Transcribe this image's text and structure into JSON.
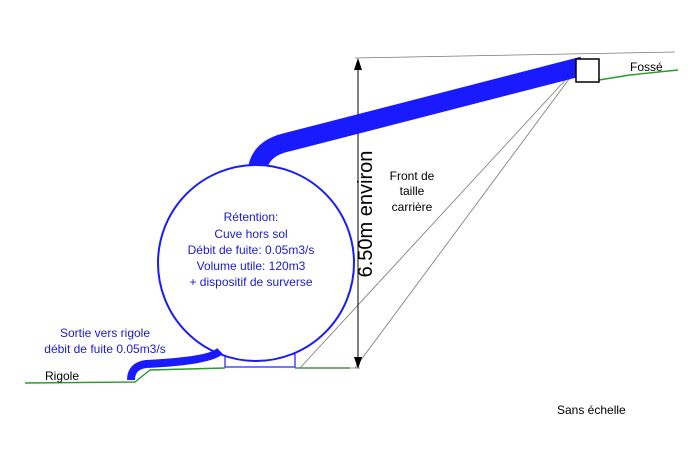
{
  "labels": {
    "fosse": "Fossé",
    "rigole": "Rigole",
    "sans_echelle": "Sans échelle",
    "height_dim": "6.50m environ",
    "front_de_taille": [
      "Front de",
      "taille",
      "carrière"
    ],
    "retention": [
      "Rétention:",
      "Cuve hors sol",
      "Débit de fuite: 0.05m3/s",
      "Volume utile: 120m3",
      "+ dispositif de surverse"
    ],
    "sortie": [
      "Sortie vers rigole",
      "débit de fuite 0.05m3/s"
    ]
  },
  "colors": {
    "pipe": "#1a1aff",
    "text_blue": "#1a1acc",
    "ground": "#2a9a2a",
    "line": "#000000",
    "construction": "#777777"
  }
}
